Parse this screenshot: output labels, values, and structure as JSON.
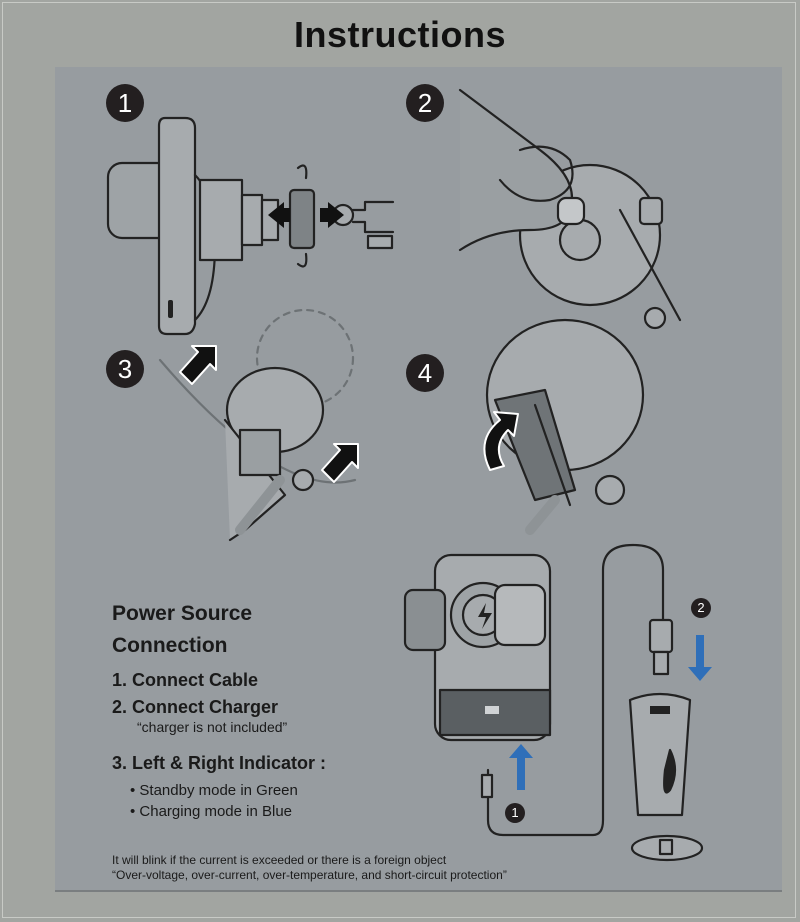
{
  "title": "Instructions",
  "steps": {
    "s1": "1",
    "s2": "2",
    "s3": "3",
    "s4": "4"
  },
  "power_source": {
    "heading_line1": "Power Source",
    "heading_line2": "Connection",
    "item1": "1. Connect Cable",
    "item2": "2. Connect Charger",
    "item2_note": "“charger is not included”",
    "item3": "3. Left & Right Indicator :",
    "bullets": [
      "• Standby mode in Green",
      "• Charging mode in Blue"
    ],
    "footnote_line1": "It will blink if the current is exceeded or there is a foreign object",
    "footnote_line2": "“Over-voltage, over-current, over-temperature, and short-circuit protection”"
  },
  "diagram_numbers": {
    "n1": "1",
    "n2": "2"
  },
  "colors": {
    "background": "#a2a5a1",
    "panel": "#979ca0",
    "badge": "#231f20",
    "arrow_blue": "#2f6fb9"
  }
}
